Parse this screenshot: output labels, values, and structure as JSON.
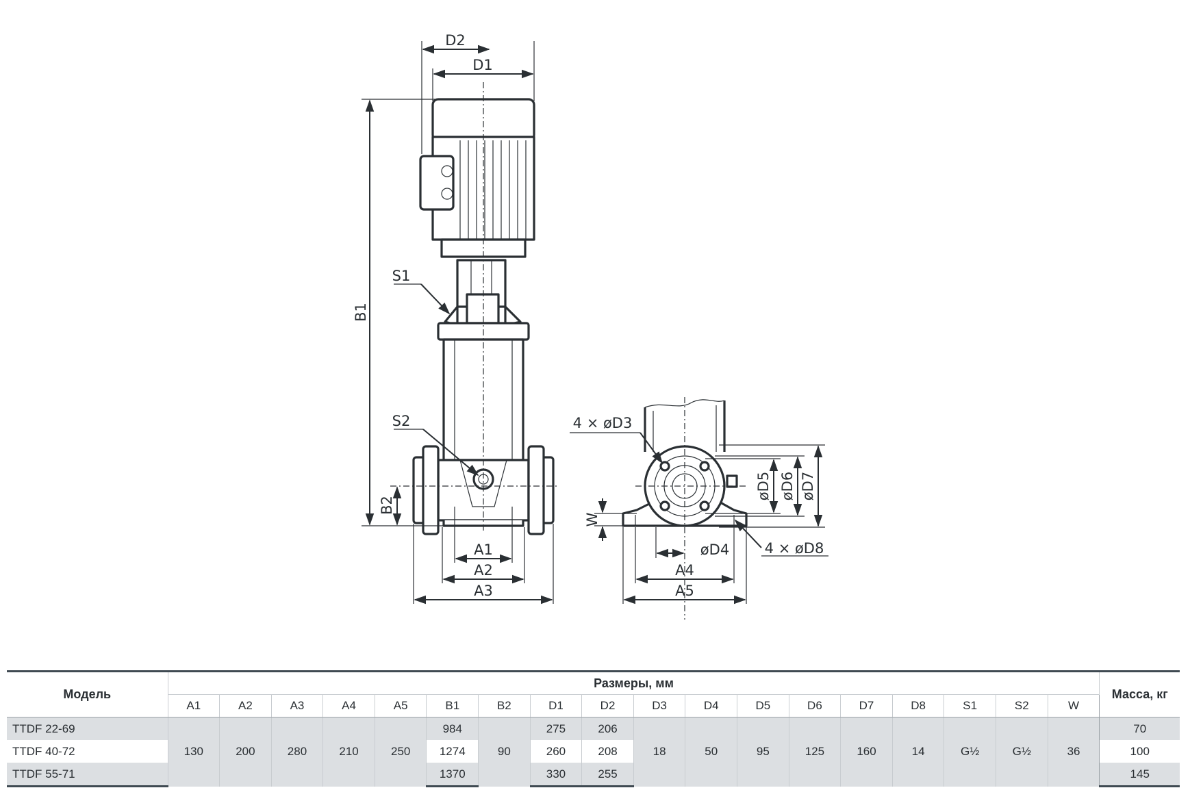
{
  "drawing": {
    "labels": {
      "d2": "D2",
      "d1": "D1",
      "b1": "B1",
      "s1": "S1",
      "s2": "S2",
      "b2": "B2",
      "a1": "A1",
      "a2": "A2",
      "a3": "A3",
      "d3": "4 × øD3",
      "d5": "øD5",
      "d6": "øD6",
      "d7": "øD7",
      "w": "W",
      "d4": "øD4",
      "d8": "4 × øD8",
      "a4": "A4",
      "a5": "A5"
    }
  },
  "table": {
    "model_header": "Модель",
    "dims_header": "Размеры, мм",
    "mass_header": "Масса, кг",
    "columns": [
      "A1",
      "A2",
      "A3",
      "A4",
      "A5",
      "B1",
      "B2",
      "D1",
      "D2",
      "D3",
      "D4",
      "D5",
      "D6",
      "D7",
      "D8",
      "S1",
      "S2",
      "W"
    ],
    "models": [
      "TTDF 22-69",
      "TTDF 40-72",
      "TTDF 55-71"
    ],
    "shared": {
      "A1": "130",
      "A2": "200",
      "A3": "280",
      "A4": "210",
      "A5": "250",
      "B2": "90",
      "D3": "18",
      "D4": "50",
      "D5": "95",
      "D6": "125",
      "D7": "160",
      "D8": "14",
      "S1": "G½",
      "S2": "G½",
      "W": "36"
    },
    "per_model": {
      "B1": [
        "984",
        "1274",
        "1370"
      ],
      "D1": [
        "275",
        "260",
        "330"
      ],
      "D2": [
        "206",
        "208",
        "255"
      ]
    },
    "mass": [
      "70",
      "100",
      "145"
    ]
  }
}
